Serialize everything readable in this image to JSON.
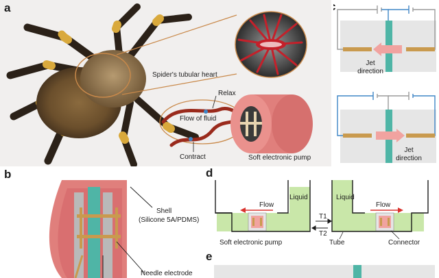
{
  "panels": {
    "a": {
      "letter": "a",
      "labels": {
        "heart": "Spider's tubular heart",
        "relax": "Relax",
        "flow": "Flow of fluid",
        "contract": "Contract",
        "pump": "Soft electronic pump"
      }
    },
    "b": {
      "letter": "b",
      "labels": {
        "shell_line1": "Shell",
        "shell_line2": "(Silicone 5A/PDMS)",
        "needle": "Needle electrode"
      }
    },
    "c": {
      "letter": "c",
      "labels": {
        "jet_top_line1": "Jet",
        "jet_top_line2": "direction",
        "jet_bottom_line1": "Jet",
        "jet_bottom_line2": "direction"
      }
    },
    "d": {
      "letter": "d",
      "labels": {
        "liquid_left": "Liquid",
        "liquid_right": "Liquid",
        "flow_left": "Flow",
        "flow_right": "Flow",
        "t1": "T1",
        "t2": "T2",
        "pump": "Soft electronic pump",
        "tube": "Tube",
        "connector": "Connector"
      }
    },
    "e": {
      "letter": "e"
    }
  },
  "colors": {
    "pump_pink": "#e07f7c",
    "shell_inner": "#d96f70",
    "electrode_teal": "#4fb5a6",
    "electrode_gold": "#c99a4e",
    "wire_blue": "#3f86c6",
    "wire_gray": "#9a9a9a",
    "liquid_green": "#c9e7a9",
    "arrow_pink": "#f1a3a0",
    "heart_red": "#c4202a"
  }
}
